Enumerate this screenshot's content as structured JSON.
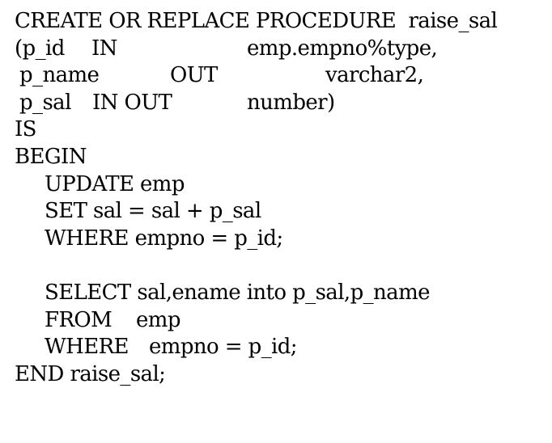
{
  "code": {
    "line1": {
      "a": "CREATE OR REPLACE PROCEDURE  raise_sal"
    },
    "line2": {
      "a": "(p_id",
      "b": "IN",
      "c": "emp.empno%type,"
    },
    "line3": {
      "a": "p_name",
      "b": "OUT",
      "c": "varchar2,"
    },
    "line4": {
      "a": "p_sal",
      "b": "IN OUT",
      "c": "number)"
    },
    "line5": {
      "a": "IS"
    },
    "line6": {
      "a": "BEGIN"
    },
    "line7": {
      "a": "UPDATE emp"
    },
    "line8": {
      "a": "SET sal = sal + p_sal"
    },
    "line9": {
      "a": "WHERE empno = p_id;"
    },
    "line11": {
      "a": "SELECT sal,ename into p_sal,p_name"
    },
    "line12": {
      "a": "FROM",
      "b": "emp"
    },
    "line13": {
      "a": "WHERE",
      "b": "empno = p_id;"
    },
    "line14": {
      "a": "END raise_sal;"
    }
  }
}
